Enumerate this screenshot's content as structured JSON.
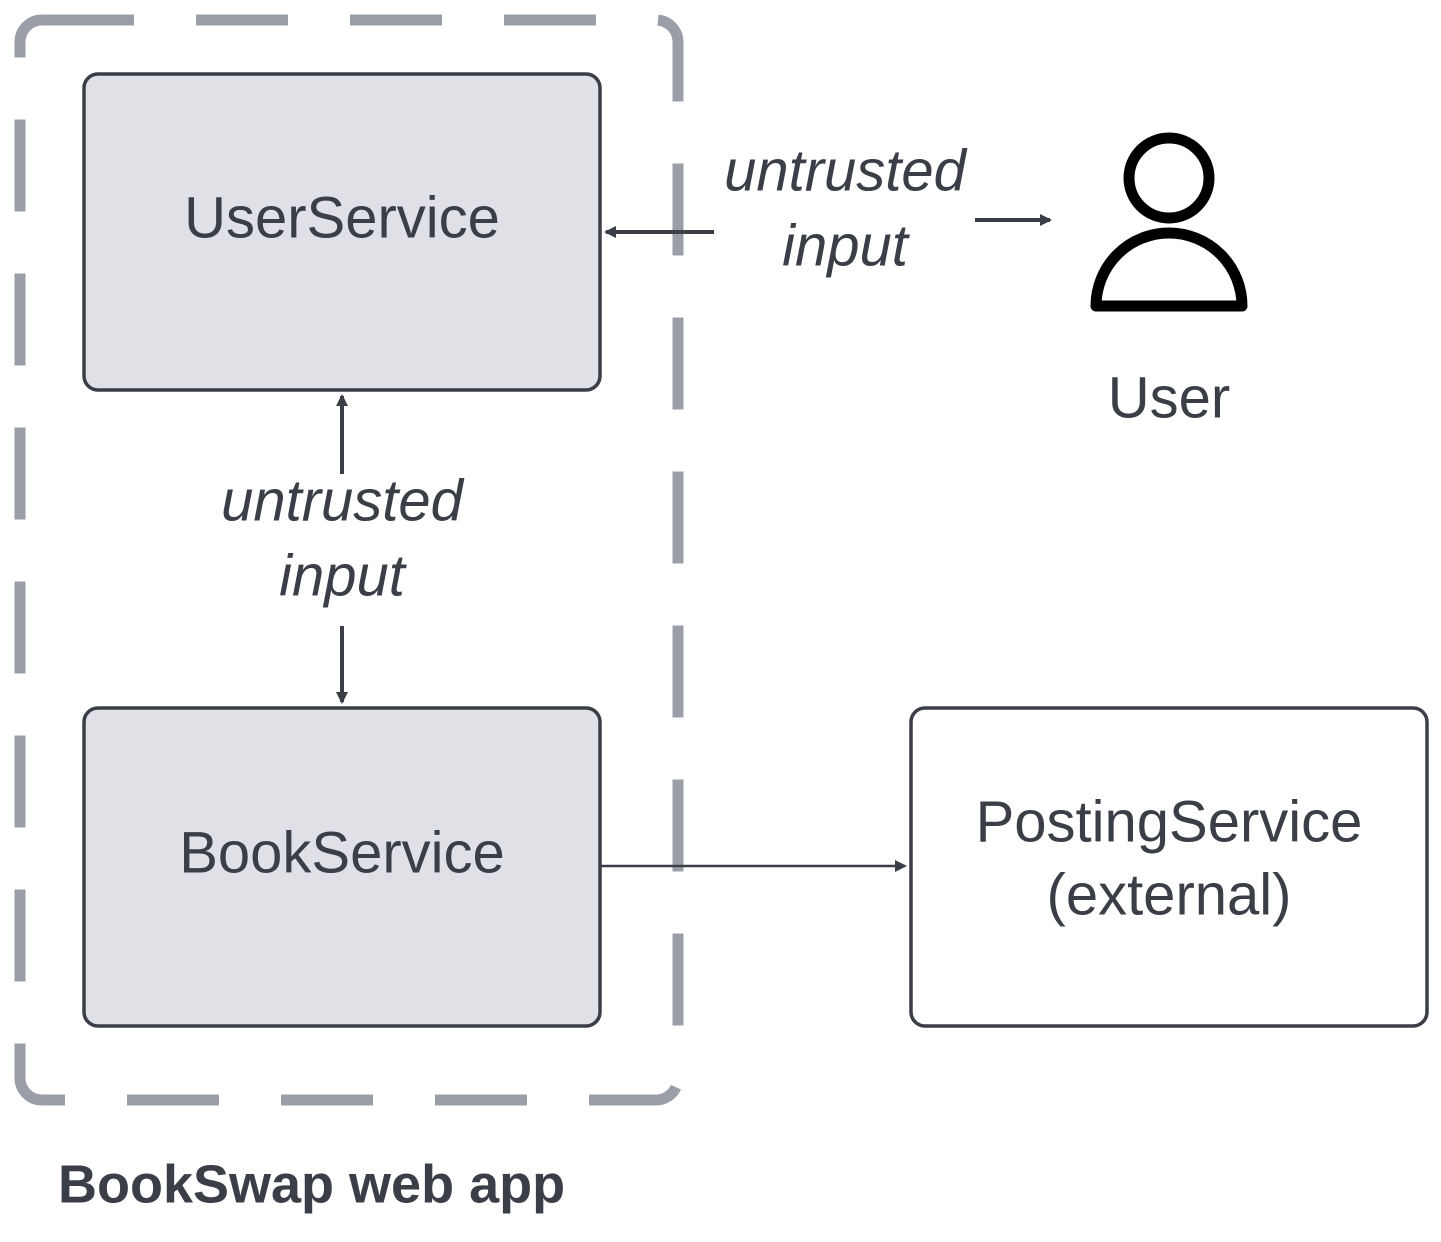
{
  "diagram": {
    "group": {
      "label": "BookSwap web app"
    },
    "nodes": {
      "user_service": {
        "label": "UserService"
      },
      "book_service": {
        "label": "BookService"
      },
      "posting_service": {
        "label_line1": "PostingService",
        "label_line2": "(external)"
      },
      "user": {
        "label": "User",
        "icon": "person-icon"
      }
    },
    "edges": {
      "user_to_userservice": {
        "label_line1": "untrusted",
        "label_line2": "input"
      },
      "userservice_to_bookservice": {
        "label_line1": "untrusted",
        "label_line2": "input"
      },
      "bookservice_to_posting": {
        "label": ""
      }
    },
    "colors": {
      "text": "#3a3f47",
      "stroke": "#3a3f47",
      "service_fill": "#dfe1e6",
      "group_border": "#9a9fa7",
      "external_fill": "#ffffff"
    }
  }
}
